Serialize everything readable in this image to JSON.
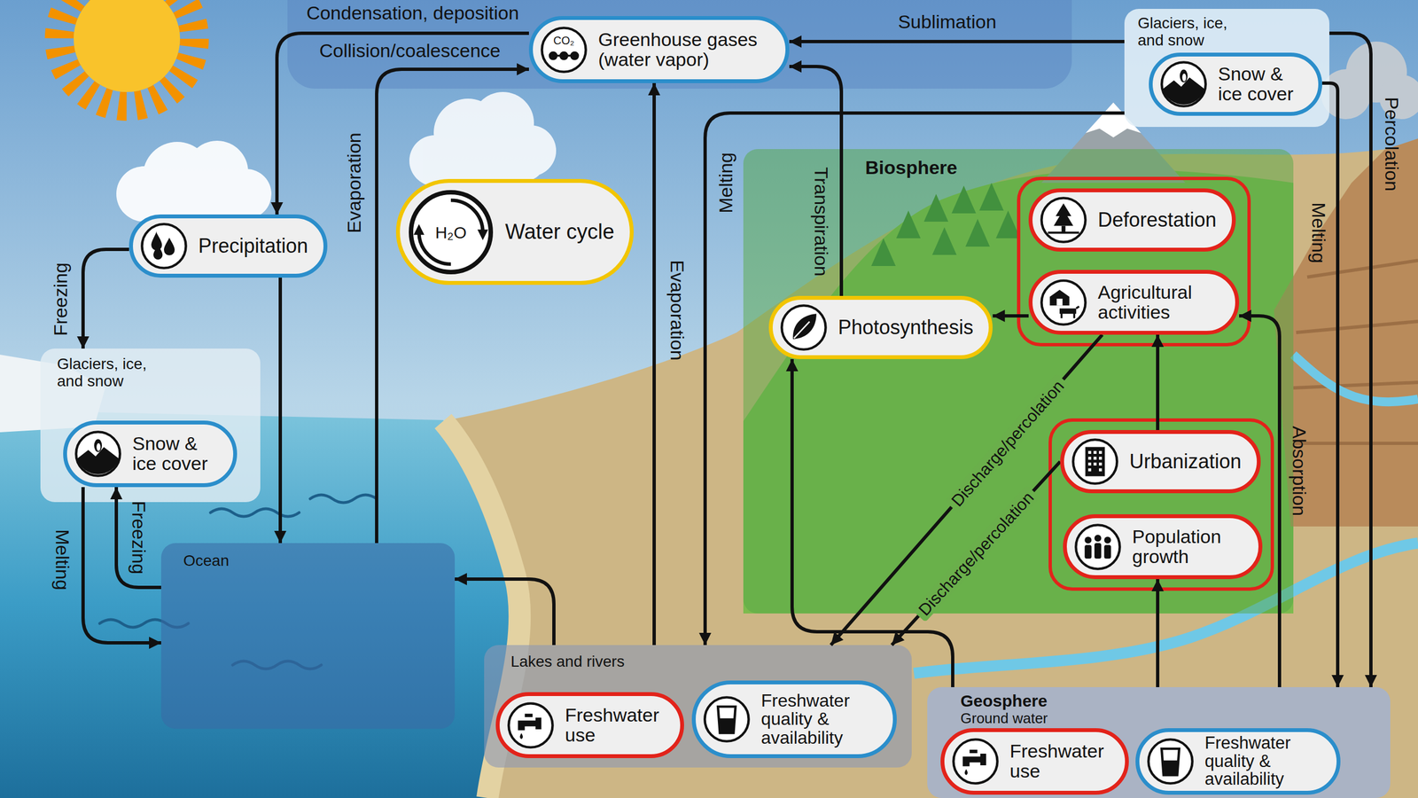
{
  "diagram": {
    "nodes": [
      {
        "text": [
          "Greenhouse gases (water vapor)"
        ]
      },
      {
        "text": [
          "Glaciers, ice, and snow"
        ]
      },
      {
        "text": [
          "Snow & ice cover"
        ],
        "in": 1
      },
      {
        "text": [
          "Precipitation"
        ]
      },
      {
        "text": [
          "Water cycle"
        ]
      },
      {
        "text": [
          "Biosphere"
        ]
      },
      {
        "text": [
          "Photosynthesis"
        ],
        "in": 5
      },
      {
        "text": [
          "Deforestation"
        ],
        "in": 5
      },
      {
        "text": [
          "Agricultural activities"
        ],
        "in": 5
      },
      {
        "text": [
          "Urbanization"
        ],
        "in": 5
      },
      {
        "text": [
          "Population growth"
        ],
        "in": 5
      },
      {
        "text": [
          "Glaciers, ice, and snow"
        ]
      },
      {
        "text": [
          "Snow & ice cover"
        ],
        "in": 11
      },
      {
        "text": [
          "Ocean"
        ]
      },
      {
        "text": [
          "Lakes and rivers"
        ]
      },
      {
        "text": [
          "Freshwater use"
        ],
        "in": 14
      },
      {
        "text": [
          "Freshwater quality & availability"
        ],
        "in": 14
      },
      {
        "text": [
          "Geosphere",
          "Ground water"
        ]
      },
      {
        "text": [
          "Freshwater use"
        ],
        "in": 17
      },
      {
        "text": [
          "Freshwater quality & availability"
        ],
        "in": 17
      }
    ],
    "edges": [
      {
        "from": 0,
        "to": 3,
        "label": "Collision/coalescence",
        "arrow": "to"
      },
      {
        "from": 13,
        "to": 0,
        "label": "Evaporation",
        "arrow": "to"
      },
      {
        "from": 1,
        "to": 0,
        "label": "Sublimation",
        "arrow": "to"
      },
      {
        "from": 14,
        "to": 0,
        "label": "Evaporation",
        "arrow": "to"
      },
      {
        "from": 6,
        "to": 0,
        "label": "Transpiration",
        "arrow": "to"
      },
      {
        "from": 1,
        "to": 14,
        "label": "Melting",
        "arrow": "to"
      },
      {
        "from": 3,
        "to": 13,
        "arrow": "to"
      },
      {
        "from": 3,
        "to": 11,
        "label": "Freezing",
        "arrow": "to"
      },
      {
        "from": 12,
        "to": 13,
        "label": "Melting",
        "arrow": "to"
      },
      {
        "from": 13,
        "to": 12,
        "label": "Freezing",
        "arrow": "to"
      },
      {
        "from": 14,
        "to": 13,
        "arrow": "to"
      },
      {
        "from": 8,
        "to": 6,
        "arrow": "to"
      },
      {
        "from": 8,
        "to": 14,
        "label": "Discharge/percolation",
        "arrow": "to"
      },
      {
        "from": 9,
        "to": 14,
        "label": "Discharge/percolation",
        "arrow": "to"
      },
      {
        "from": 9,
        "to": 8,
        "arrow": "to"
      },
      {
        "from": 17,
        "to": 10,
        "arrow": "to"
      },
      {
        "from": 17,
        "to": 6,
        "arrow": "to"
      },
      {
        "from": 17,
        "to": 8,
        "label": "Absorption",
        "arrow": "to"
      },
      {
        "from": 2,
        "to": 17,
        "label": "Melting",
        "arrow": "to"
      },
      {
        "from": 1,
        "to": 17,
        "label": "Percolation",
        "arrow": "to"
      }
    ],
    "labels": [
      "Condensation, deposition",
      "CO₂",
      "H₂O"
    ]
  }
}
